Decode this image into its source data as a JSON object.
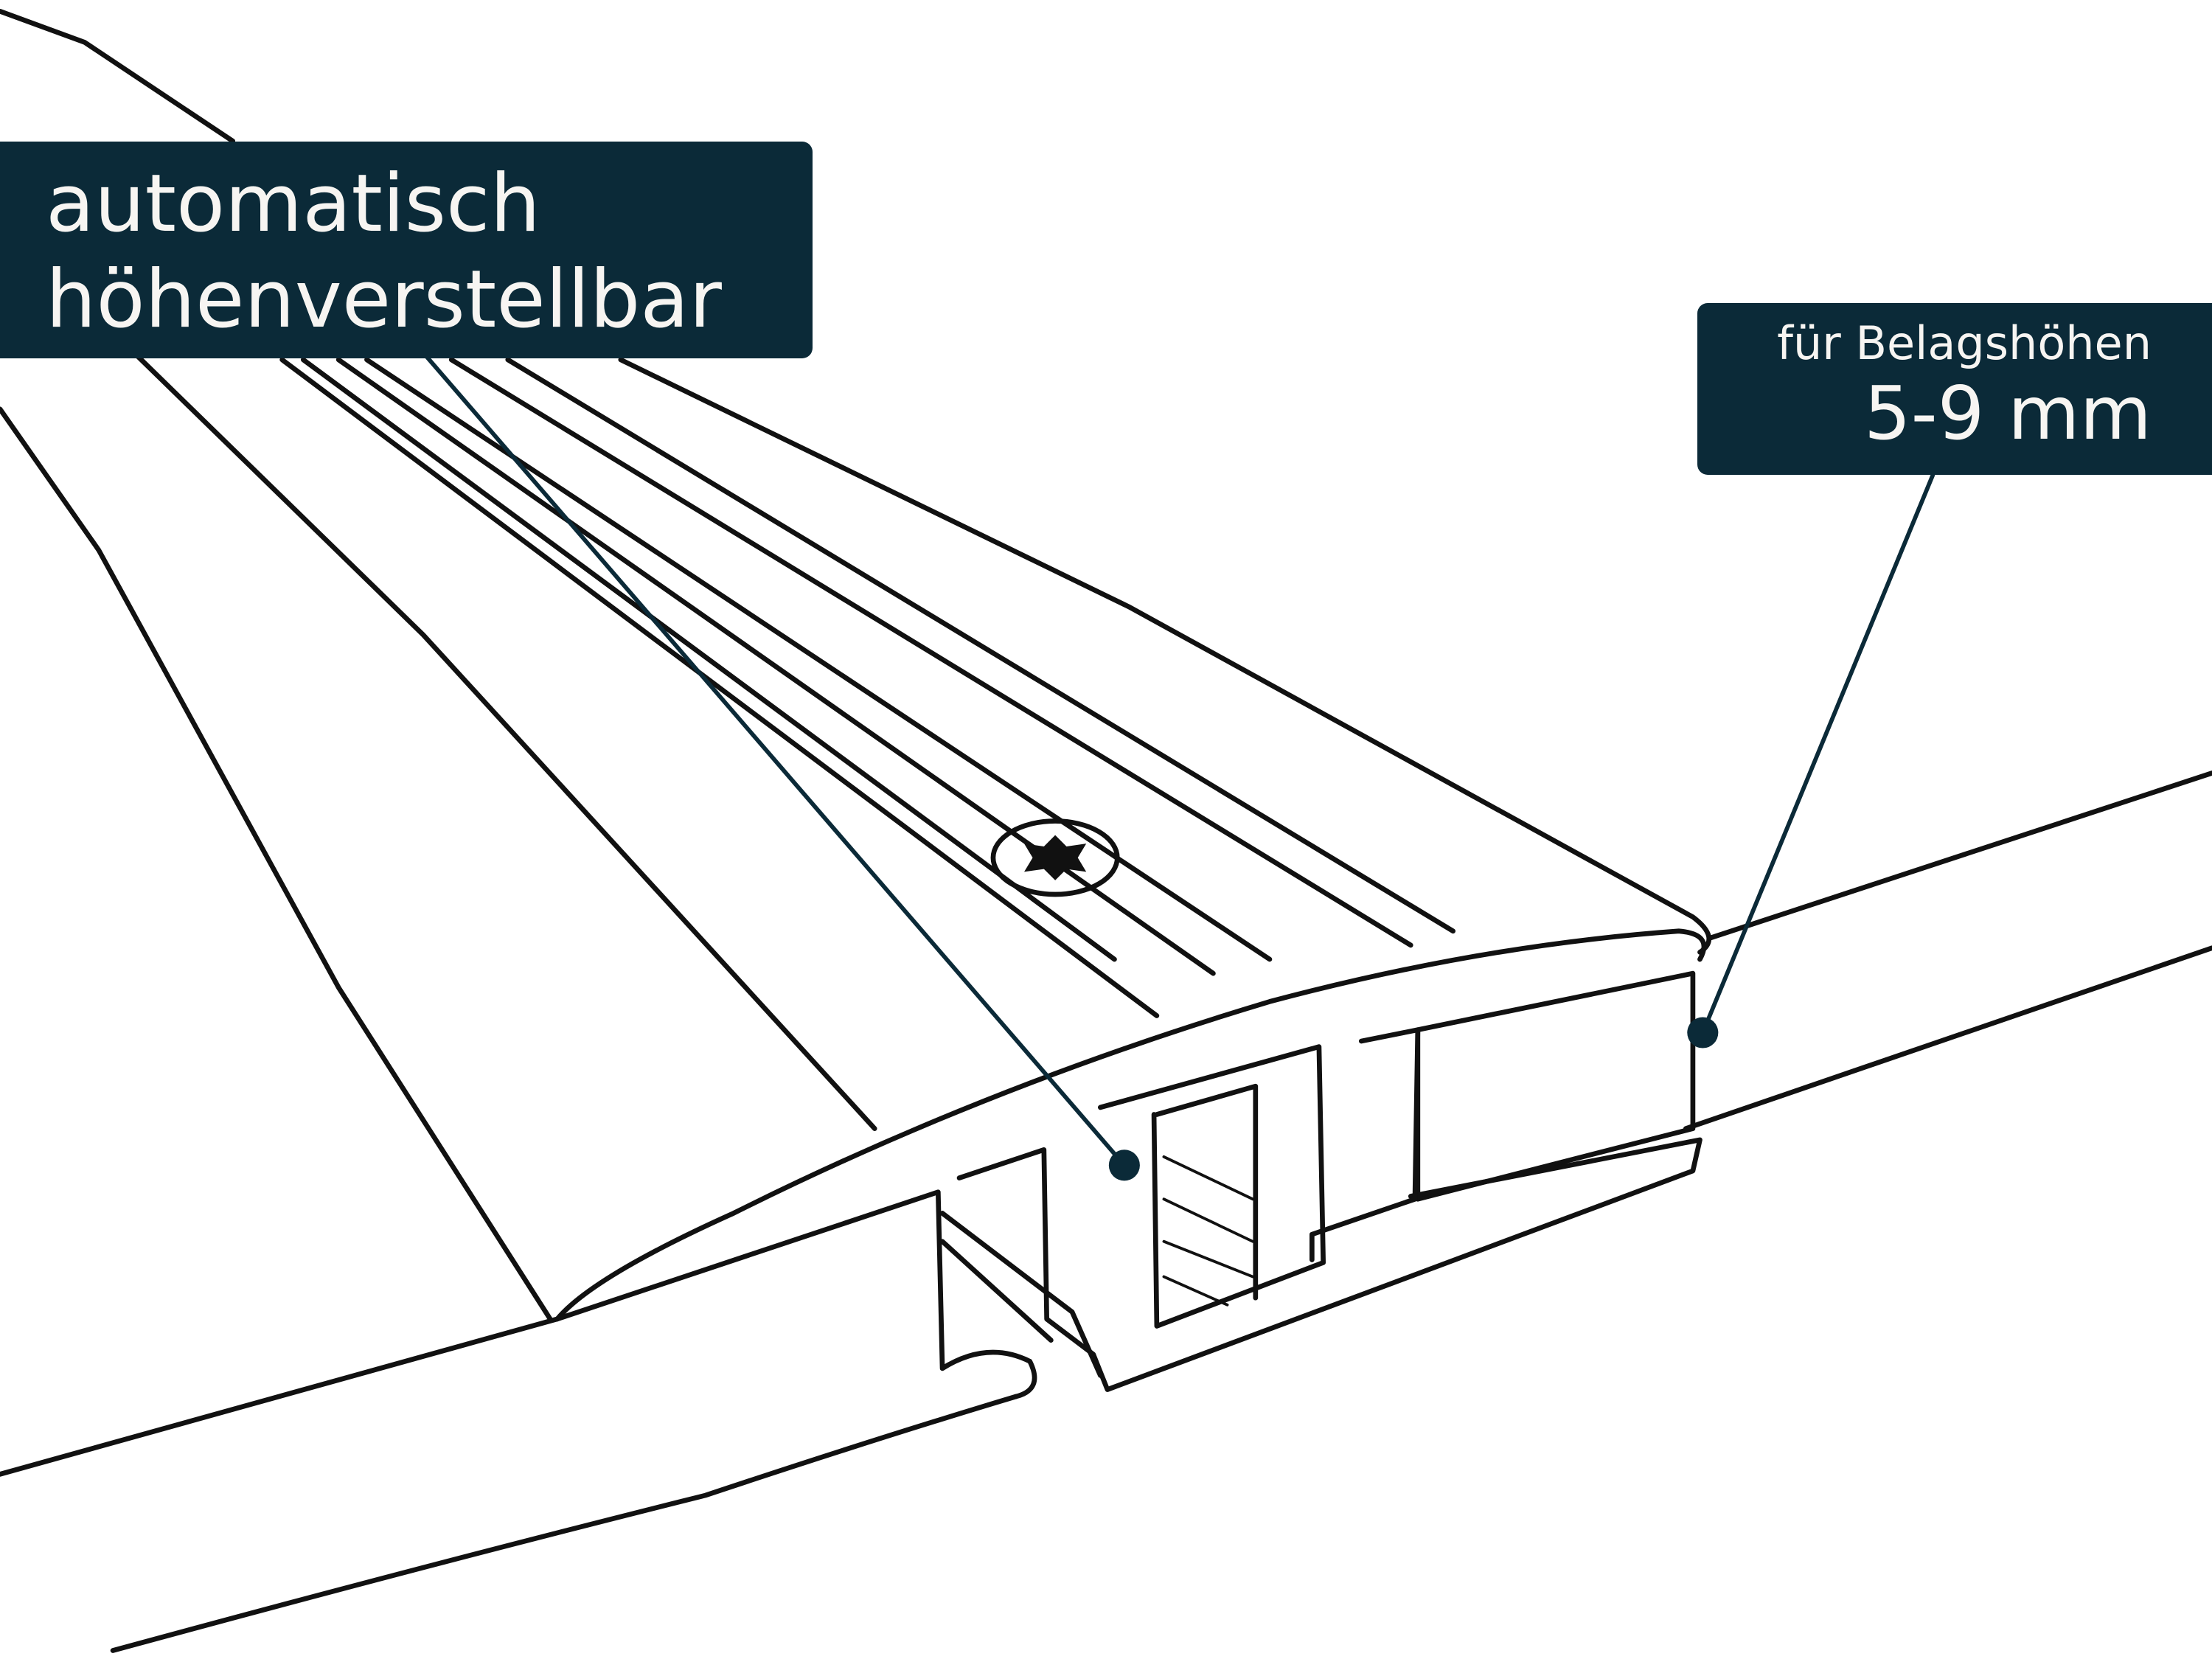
{
  "labels": {
    "adjustable": {
      "line1": "automatisch",
      "line2": "höhenverstellbar"
    },
    "height_range": {
      "line1": "für Belagshöhen",
      "line2": "5-9 mm"
    }
  },
  "colors": {
    "label_bg": "#0b2a38",
    "label_text": "#f7f5f2",
    "line": "#111111"
  }
}
